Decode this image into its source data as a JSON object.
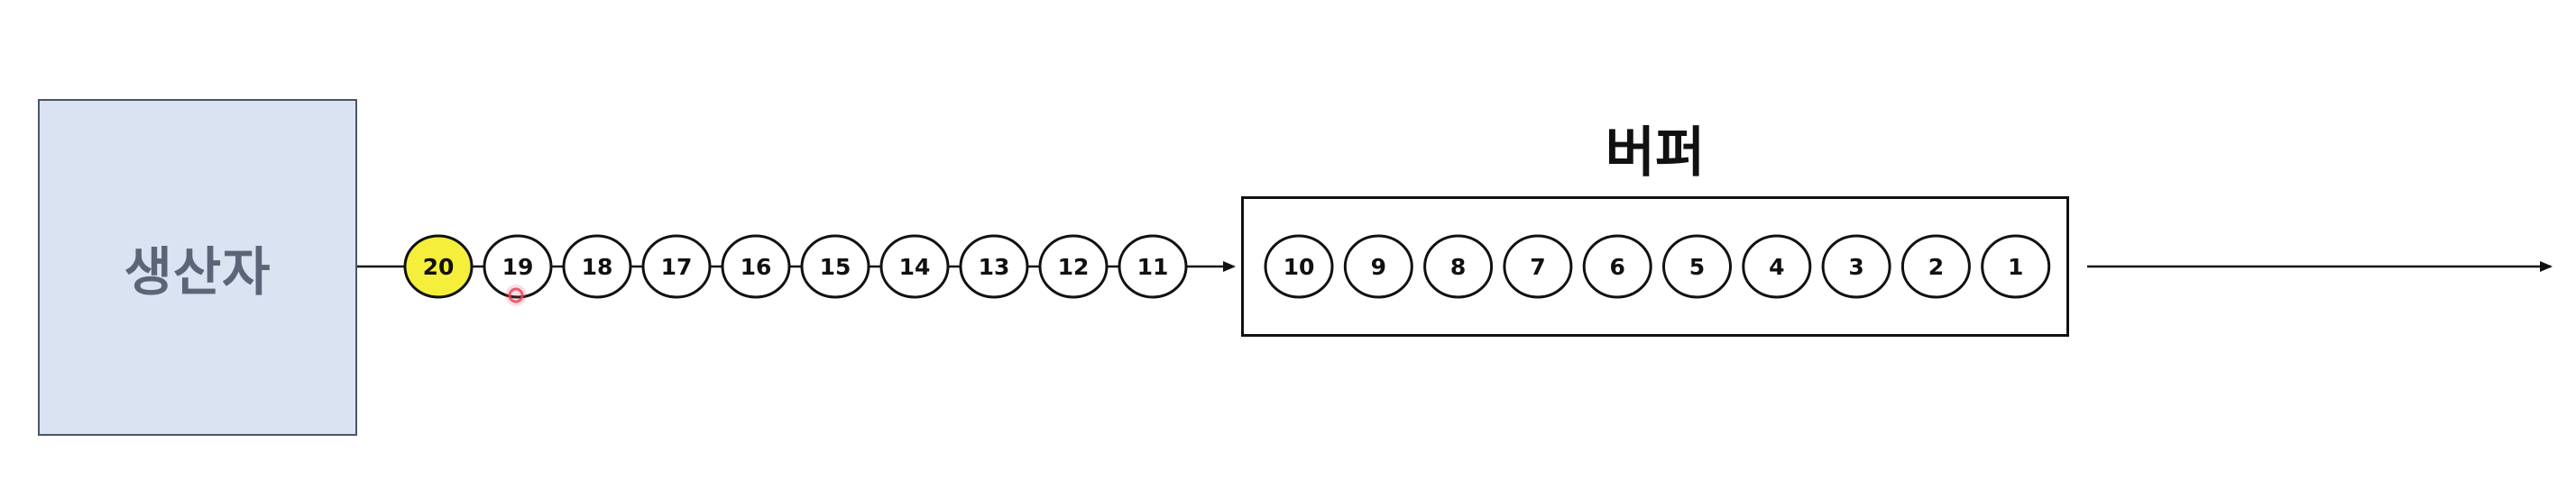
{
  "producer": {
    "label": "생산자"
  },
  "buffer": {
    "title": "버퍼"
  },
  "queue_items": [
    "20",
    "19",
    "18",
    "17",
    "16",
    "15",
    "14",
    "13",
    "12",
    "11"
  ],
  "buffer_items": [
    "10",
    "9",
    "8",
    "7",
    "6",
    "5",
    "4",
    "3",
    "2",
    "1"
  ],
  "highlighted_item": "20",
  "colors": {
    "highlight": "#f5ef3b",
    "ball_fill": "#ffffff",
    "stroke": "#111111",
    "producer_fill": "#dae3f1",
    "producer_text": "#5b6577",
    "cursor": "#e8465a"
  }
}
